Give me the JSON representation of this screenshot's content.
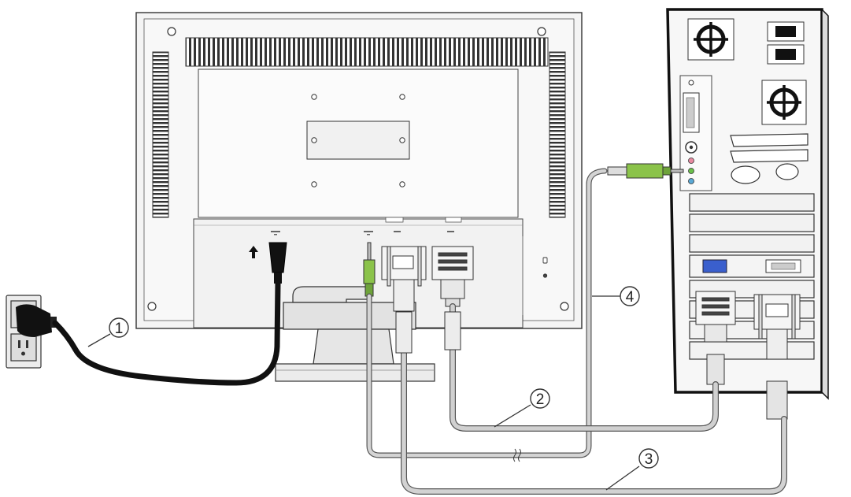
{
  "callouts": [
    {
      "id": "1",
      "label": "1"
    },
    {
      "id": "2",
      "label": "2"
    },
    {
      "id": "3",
      "label": "3"
    },
    {
      "id": "4",
      "label": "4"
    }
  ],
  "colors": {
    "audio_cable": "#c8c8c8",
    "vga_cable": "#cfcfcf",
    "dvi_cable": "#d2d2d2",
    "audio_plug": "#8bc34a",
    "power_cable": "#111111",
    "vga_port_blue": "#3a5fcd",
    "audio_jack_green": "#6abf4b",
    "audio_jack_pink": "#e88aa0",
    "audio_jack_blue": "#5aa9d6"
  },
  "icons": [
    "power-socket-icon",
    "fan-icon",
    "upload-arrow-icon",
    "lock-icon"
  ]
}
